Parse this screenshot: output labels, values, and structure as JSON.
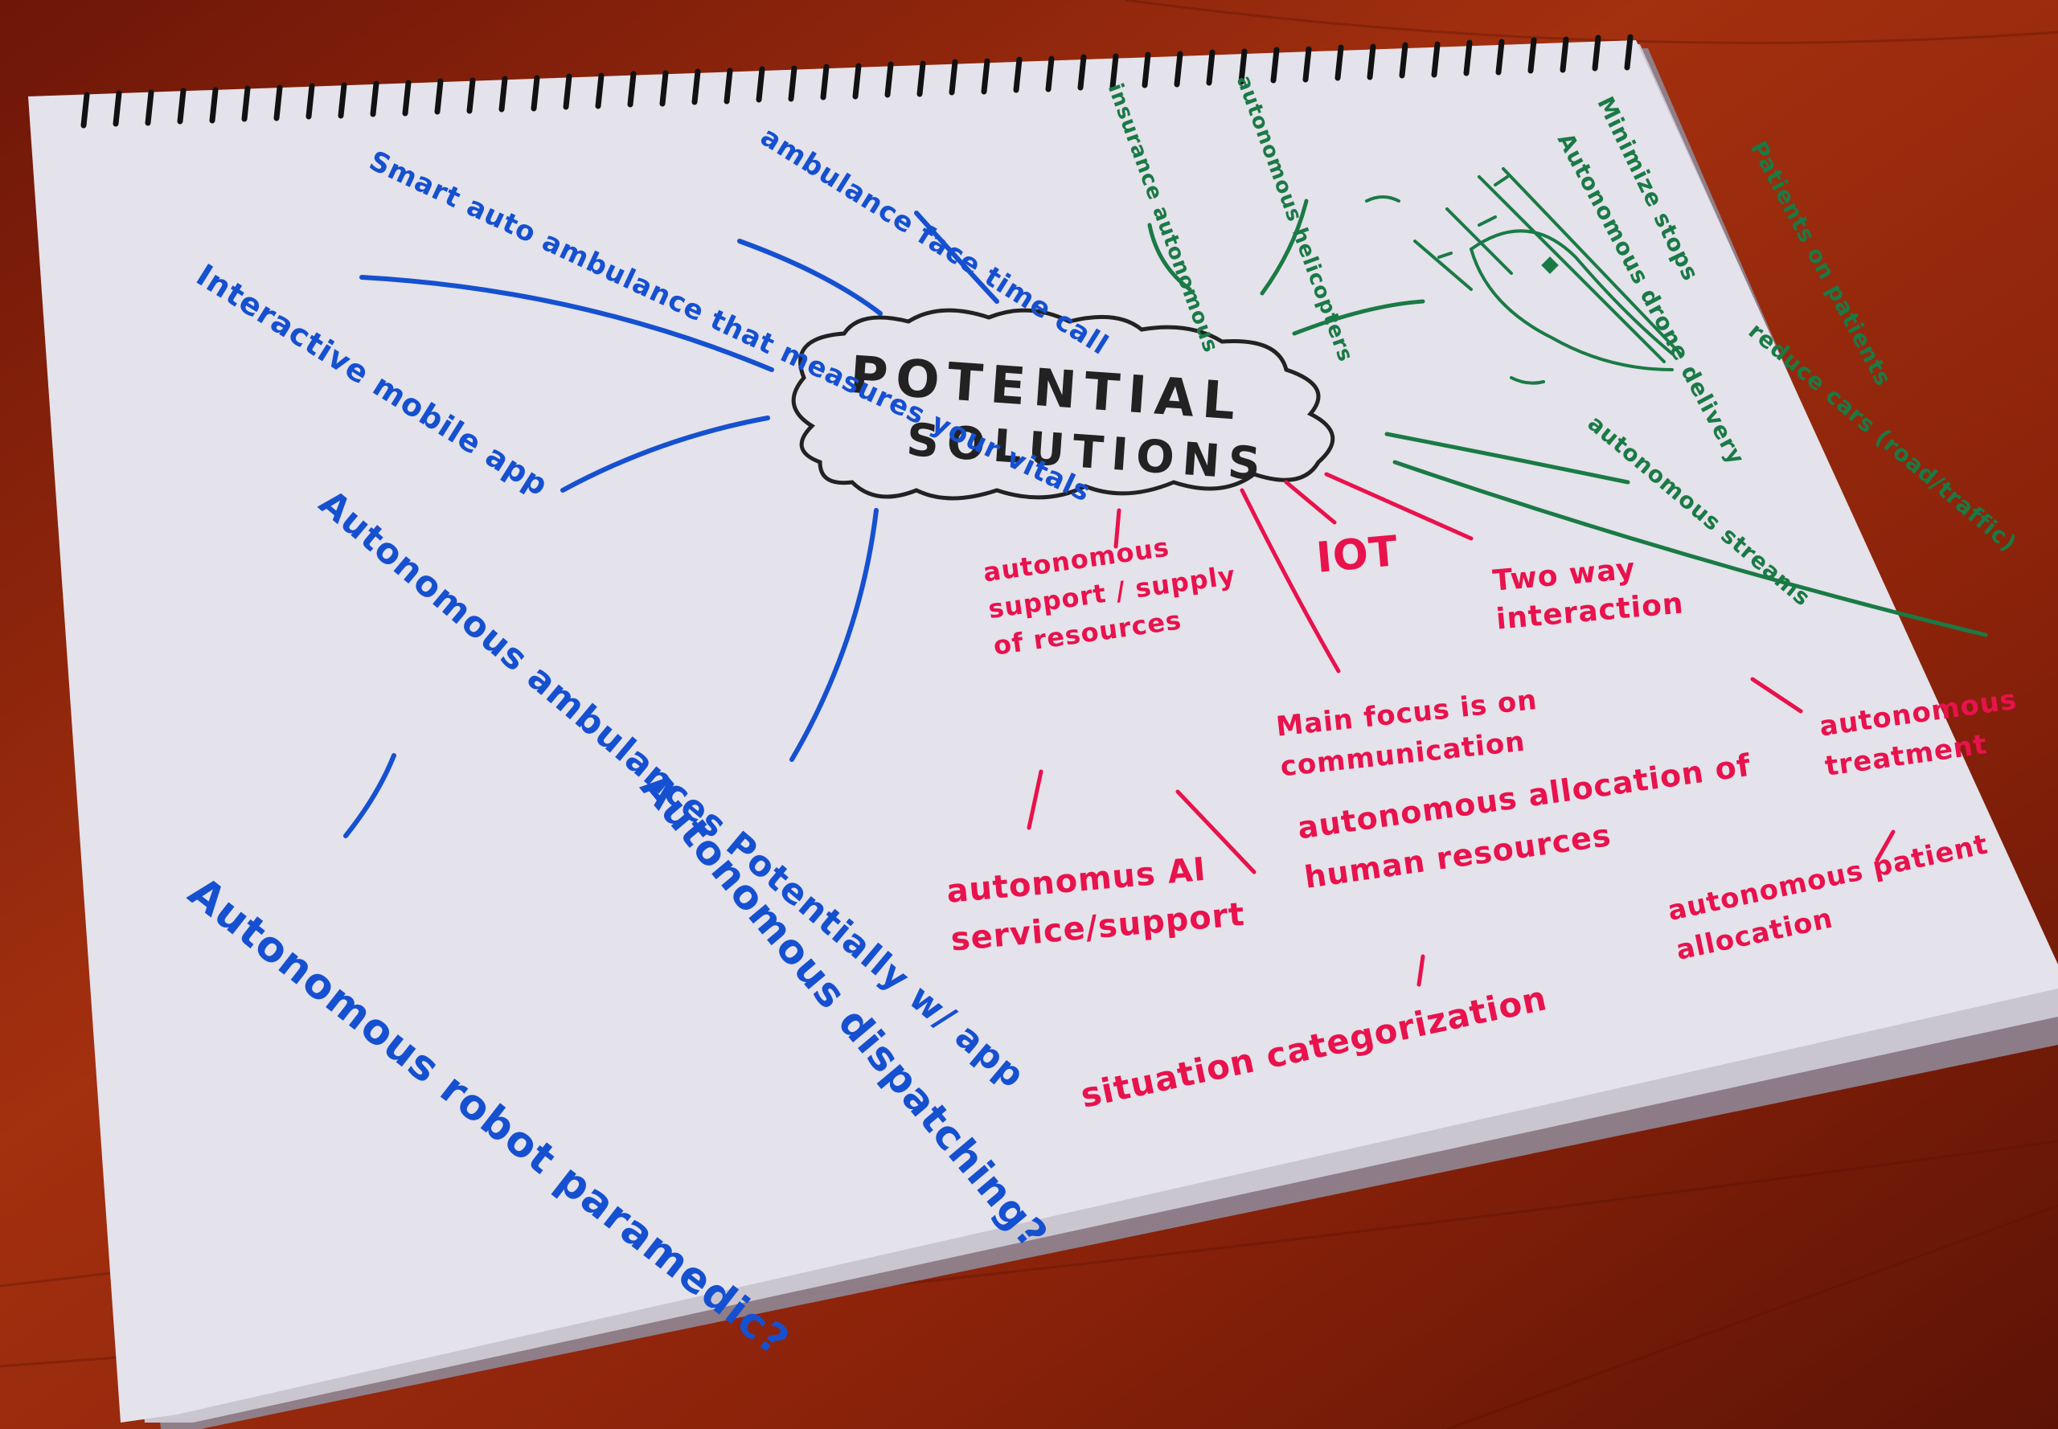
{
  "center": {
    "line1": "POTENTIAL",
    "line2": "SOLUTIONS"
  },
  "blue_branches": {
    "ambulance_face_time": "ambulance face time call",
    "smart_auto": "Smart auto ambulance that measures your vitals",
    "interactive_app": "Interactive mobile app",
    "autonomous_ambulances": "Autonomous ambulances Potentially w/ app",
    "autonomous_dispatching": "Autonomous dispatching?",
    "robot_paramedic": "Autonomous robot paramedic?"
  },
  "green_branches": {
    "item1": "insurance autonomous",
    "item2": "autonomous helicopters",
    "item3": "Autonomous drone delivery",
    "item4": "Minimize stops",
    "item5": "Patients on patients",
    "item6": "reduce cars (road/traffic)",
    "item7": "autonomous streams"
  },
  "red_branches": {
    "support": "autonomous support / supply of resources",
    "iot": "IOT",
    "two_way": "Two way interaction",
    "main_focus": "Main focus is on communication",
    "treatment": "autonomous treatment",
    "ai": "autonomus AI service/support",
    "allocation": "autonomous allocation of human resources",
    "patient_alloc": "autonomous patient allocation",
    "situation": "situation categorization"
  },
  "colors": {
    "blue_ink": "#1550d0",
    "green_ink": "#1a7a45",
    "red_ink": "#e8124c",
    "black_ink": "#222222",
    "page": "#e4e2ea",
    "wood": "#9a2a0c"
  }
}
